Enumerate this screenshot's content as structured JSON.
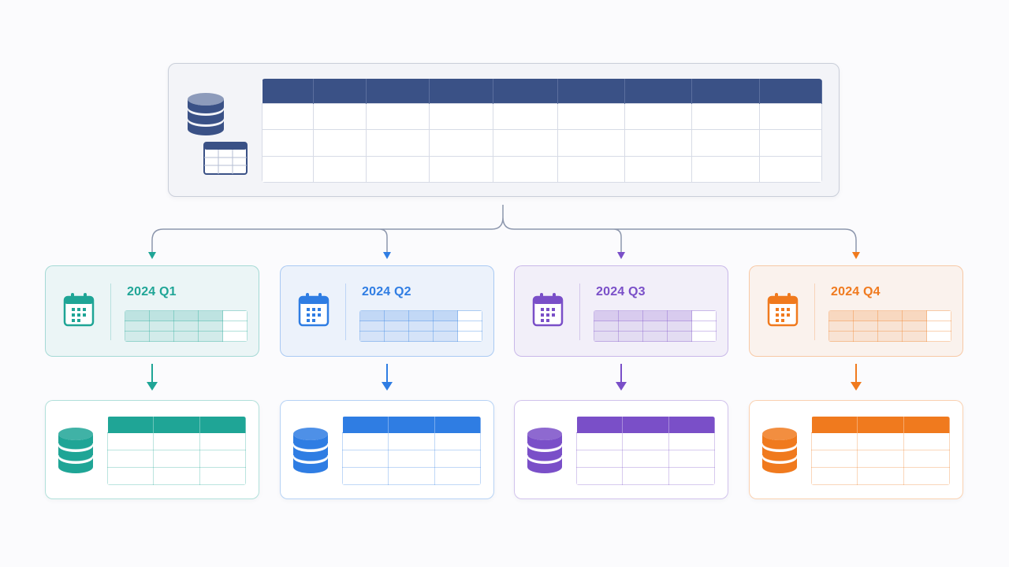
{
  "colors": {
    "source": "#3a5186",
    "connector": "#8d97ad",
    "q1": "#1fa596",
    "q2": "#2f7de3",
    "q3": "#7a4fc8",
    "q4": "#f07a1e"
  },
  "source": {
    "icons": [
      "database-icon",
      "table-icon"
    ]
  },
  "partitions": [
    {
      "label": "2024 Q1",
      "color_key": "q1",
      "icons": [
        "calendar-icon",
        "database-icon"
      ]
    },
    {
      "label": "2024 Q2",
      "color_key": "q2",
      "icons": [
        "calendar-icon",
        "database-icon"
      ]
    },
    {
      "label": "2024 Q3",
      "color_key": "q3",
      "icons": [
        "calendar-icon",
        "database-icon"
      ]
    },
    {
      "label": "2024 Q4",
      "color_key": "q4",
      "icons": [
        "calendar-icon",
        "database-icon"
      ]
    }
  ]
}
